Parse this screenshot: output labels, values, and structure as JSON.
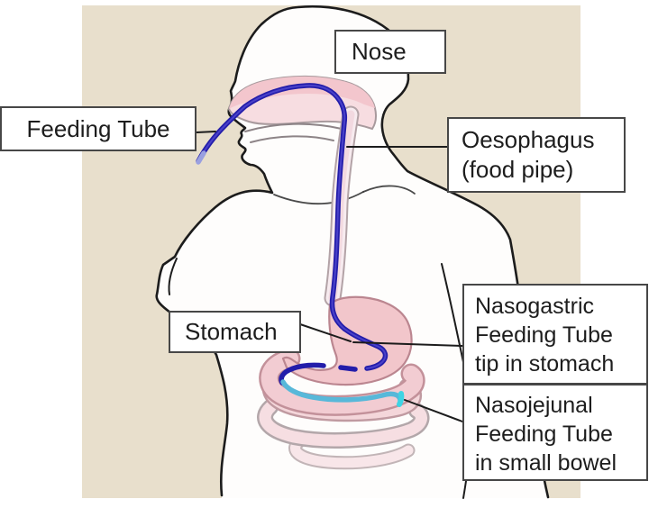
{
  "page": {
    "background": "#ffffff",
    "panel_color": "#e8dfcc"
  },
  "labels": {
    "feeding_tube": {
      "text": "Feeding Tube"
    },
    "nose": {
      "text": "Nose"
    },
    "oesophagus": {
      "line1": "Oesophagus",
      "line2": "(food pipe)"
    },
    "stomach": {
      "text": "Stomach"
    },
    "nasogastric": {
      "line1": "Nasogastric",
      "line2": "Feeding Tube",
      "line3": "tip in stomach"
    },
    "nasojejunal": {
      "line1": "Nasojejunal",
      "line2": "Feeding Tube",
      "line3": "in small bowel"
    }
  },
  "colors": {
    "ng_tube": "#231daa",
    "ng_tube_core": "#4e45cc",
    "ng_tube_tip": "#9aa0e0",
    "nj_tube": "#58b8d9",
    "nj_tube_tip": "#3ed4e4",
    "stomach_fill": "#f2c6cb",
    "stomach_outline": "#bb8690",
    "oesophagus_fill": "#f7ebef",
    "oesophagus_outline": "#b3a3a7",
    "nasal_fill": "#f7dde1",
    "nasal_top": "#f3c6cd",
    "bowel_fill": "#f2ccd2",
    "bowel_outline": "#c3919a",
    "body_outline": "#1c1c1c",
    "connector": "#1c1c1c",
    "label_border": "#474747",
    "label_background": "#ffffff"
  }
}
